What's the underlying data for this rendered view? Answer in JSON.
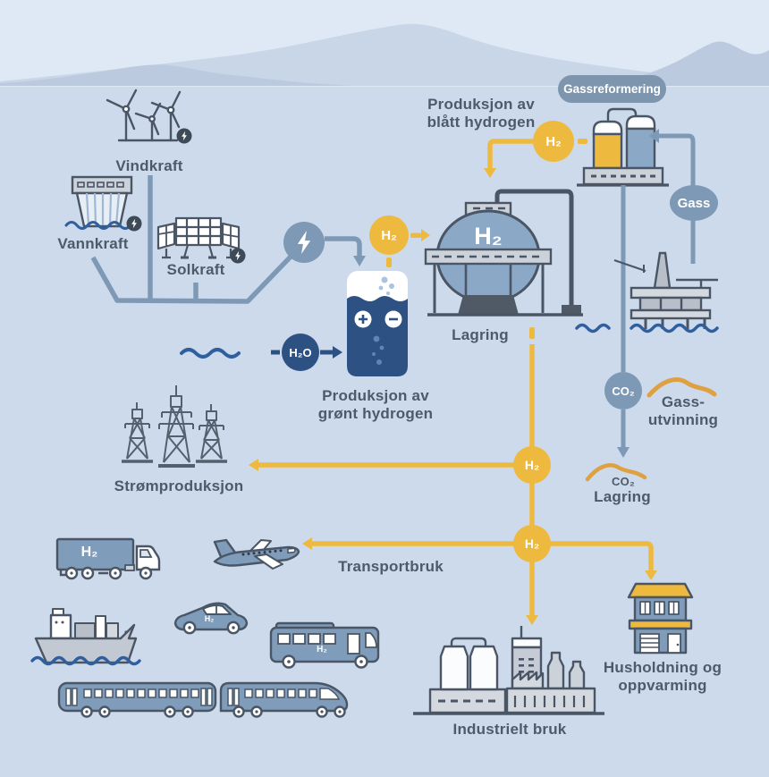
{
  "colors": {
    "background": "#ccdaeb",
    "sky": "#dfe9f5",
    "mountains": "#bccadf",
    "line_blue_gray": "#7e99b6",
    "hydrogen_yellow": "#eeb93f",
    "gas_orange": "#dfa041",
    "water_navy": "#2d5183",
    "icon_stroke": "#4a5665",
    "text": "#4e5a6a"
  },
  "icons": {
    "wind": "wind-turbines-icon",
    "hydro": "hydro-dam-icon",
    "solar": "solar-panels-icon",
    "electricity": "lightning-icon",
    "electrolyzer": "electrolyzer-icon",
    "storage_tank": "h2-storage-tank-icon",
    "reformer": "gas-reformer-icon",
    "platform": "offshore-platform-icon",
    "pylons": "power-pylons-icon",
    "truck": "h2-truck-icon",
    "plane": "airplane-icon",
    "ship": "cargo-ship-icon",
    "car": "h2-car-icon",
    "bus": "h2-bus-icon",
    "train": "train-icon",
    "factory": "factory-icon",
    "house": "house-icon"
  },
  "sources": {
    "wind_label": "Vindkraft",
    "hydro_label": "Vannkraft",
    "solar_label": "Solkraft"
  },
  "green_hydrogen": {
    "h2o_badge": "H₂O",
    "h2_badge": "H₂",
    "label": "Produksjon av\ngrønt hydrogen"
  },
  "blue_hydrogen": {
    "label": "Produksjon av\nblått hydrogen",
    "reformer_badge": "Gassreformering",
    "h2_badge": "H₂",
    "gas_badge": "Gass",
    "co2_badge": "CO₂",
    "gas_extraction_label": "Gass-\nutvinning",
    "co2_storage_formula": "CO₂",
    "co2_storage_label": "Lagring"
  },
  "storage": {
    "tank_text": "H₂",
    "label": "Lagring"
  },
  "uses": {
    "h2_badge_power": "H₂",
    "h2_badge_transport": "H₂",
    "power_label": "Strømproduksjon",
    "transport_label": "Transportbruk",
    "industry_label": "Industrielt bruk",
    "household_label": "Husholdning og\noppvarming"
  },
  "vehicles": {
    "truck_h2": "H₂",
    "car_h2": "H₂",
    "bus_h2": "H₂"
  }
}
